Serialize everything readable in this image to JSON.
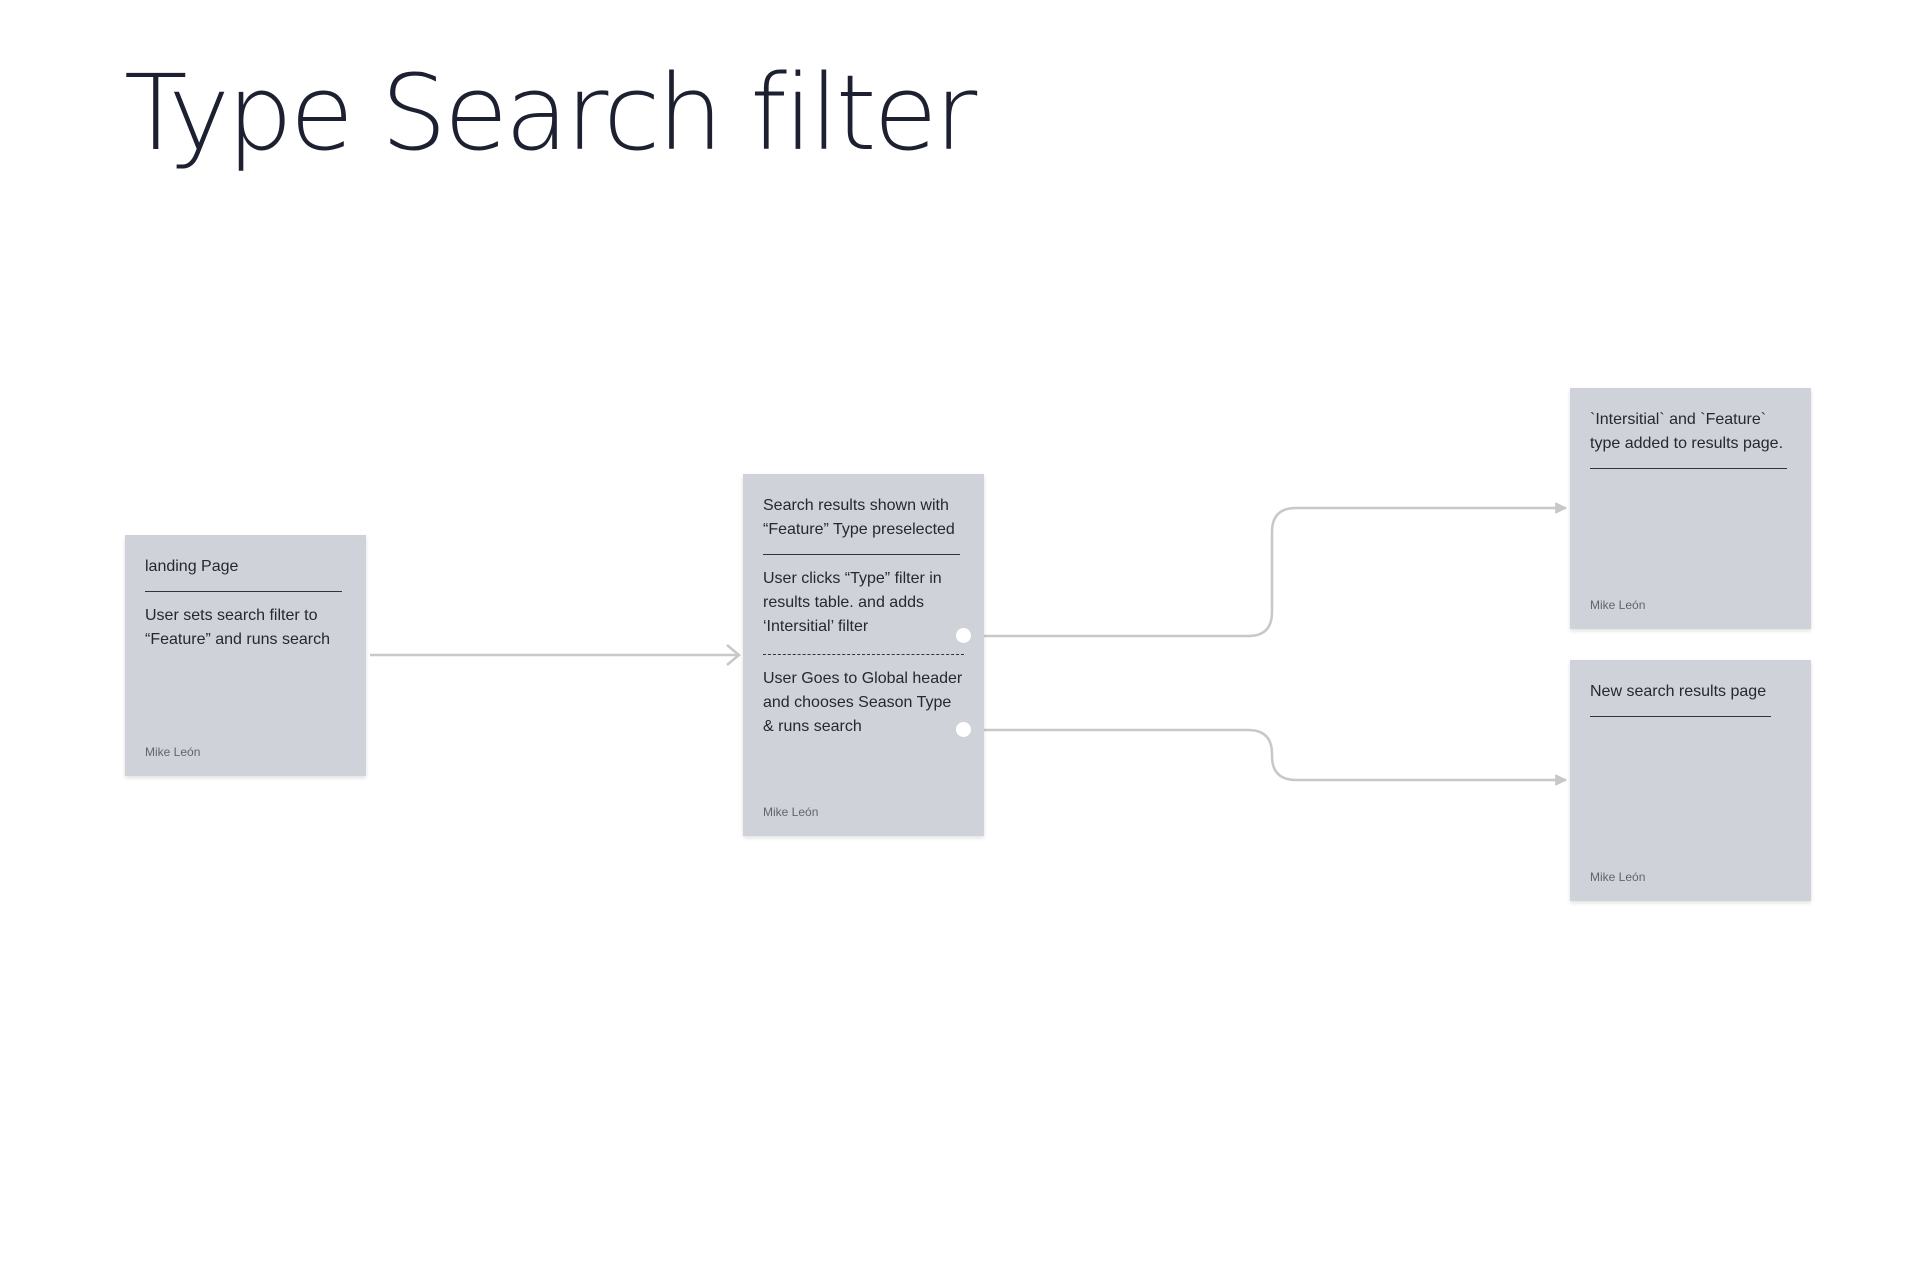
{
  "page": {
    "title": "Type Search filter"
  },
  "cards": {
    "landing": {
      "title": "landing Page",
      "body": "User sets search filter to “Feature” and runs search",
      "author": "Mike León"
    },
    "results": {
      "title": "Search results shown with “Feature” Type preselected",
      "step_type_filter": "User clicks “Type” filter in results table. and adds ‘Intersitial’ filter",
      "step_global_header": "User Goes to Global header and chooses Season Type & runs search",
      "author": "Mike León"
    },
    "intersitial": {
      "title": "`Intersitial` and `Feature` type added to results page.",
      "author": "Mike León"
    },
    "new_results": {
      "title": "New search results page",
      "author": "Mike León"
    }
  },
  "colors": {
    "card_background": "#cfd3d9",
    "connector": "#c8c8c8",
    "title_text": "#1c2030"
  }
}
